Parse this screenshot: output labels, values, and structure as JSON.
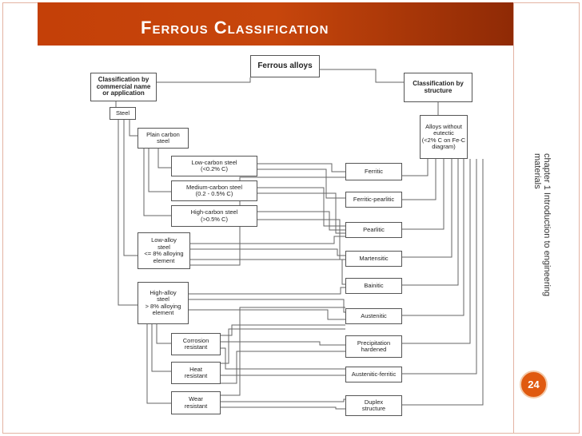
{
  "slide": {
    "title": "Ferrous Classification",
    "side_note": "chapter 1 Introduction to engineering materials",
    "page_number": "24"
  },
  "diagram": {
    "root": "Ferrous alloys",
    "left_head": "Classification by\ncommercial name\nor application",
    "right_head": "Classification by\nstructure",
    "steel": "Steel",
    "plain_carbon": "Plain carbon\nsteel",
    "low_carbon": "Low-carbon steel\n(<0.2% C)",
    "medium_carbon": "Medium-carbon steel\n(0.2 - 0.5% C)",
    "high_carbon": "High-carbon steel\n(>0.5% C)",
    "low_alloy": "Low-alloy\nsteel\n<= 8% alloying\nelement",
    "high_alloy": "High-alloy\nsteel\n> 8% alloying\nelement",
    "corrosion": "Corrosion\nresistant",
    "heat": "Heat\nresistant",
    "wear": "Wear\nresistant",
    "alloys_without": "Alloys without\neutectic\n(<2% C on Fe-C\ndiagram)",
    "ferritic": "Ferritic",
    "ferritic_pearlitic": "Ferritic-pearlitic",
    "pearlitic": "Pearlitic",
    "martensitic": "Martensitic",
    "bainitic": "Bainitic",
    "austenitic": "Austenitic",
    "precipitation": "Precipitation\nhardened",
    "austenitic_ferritic": "Austenitic-ferritic",
    "duplex": "Duplex\nstructure"
  }
}
